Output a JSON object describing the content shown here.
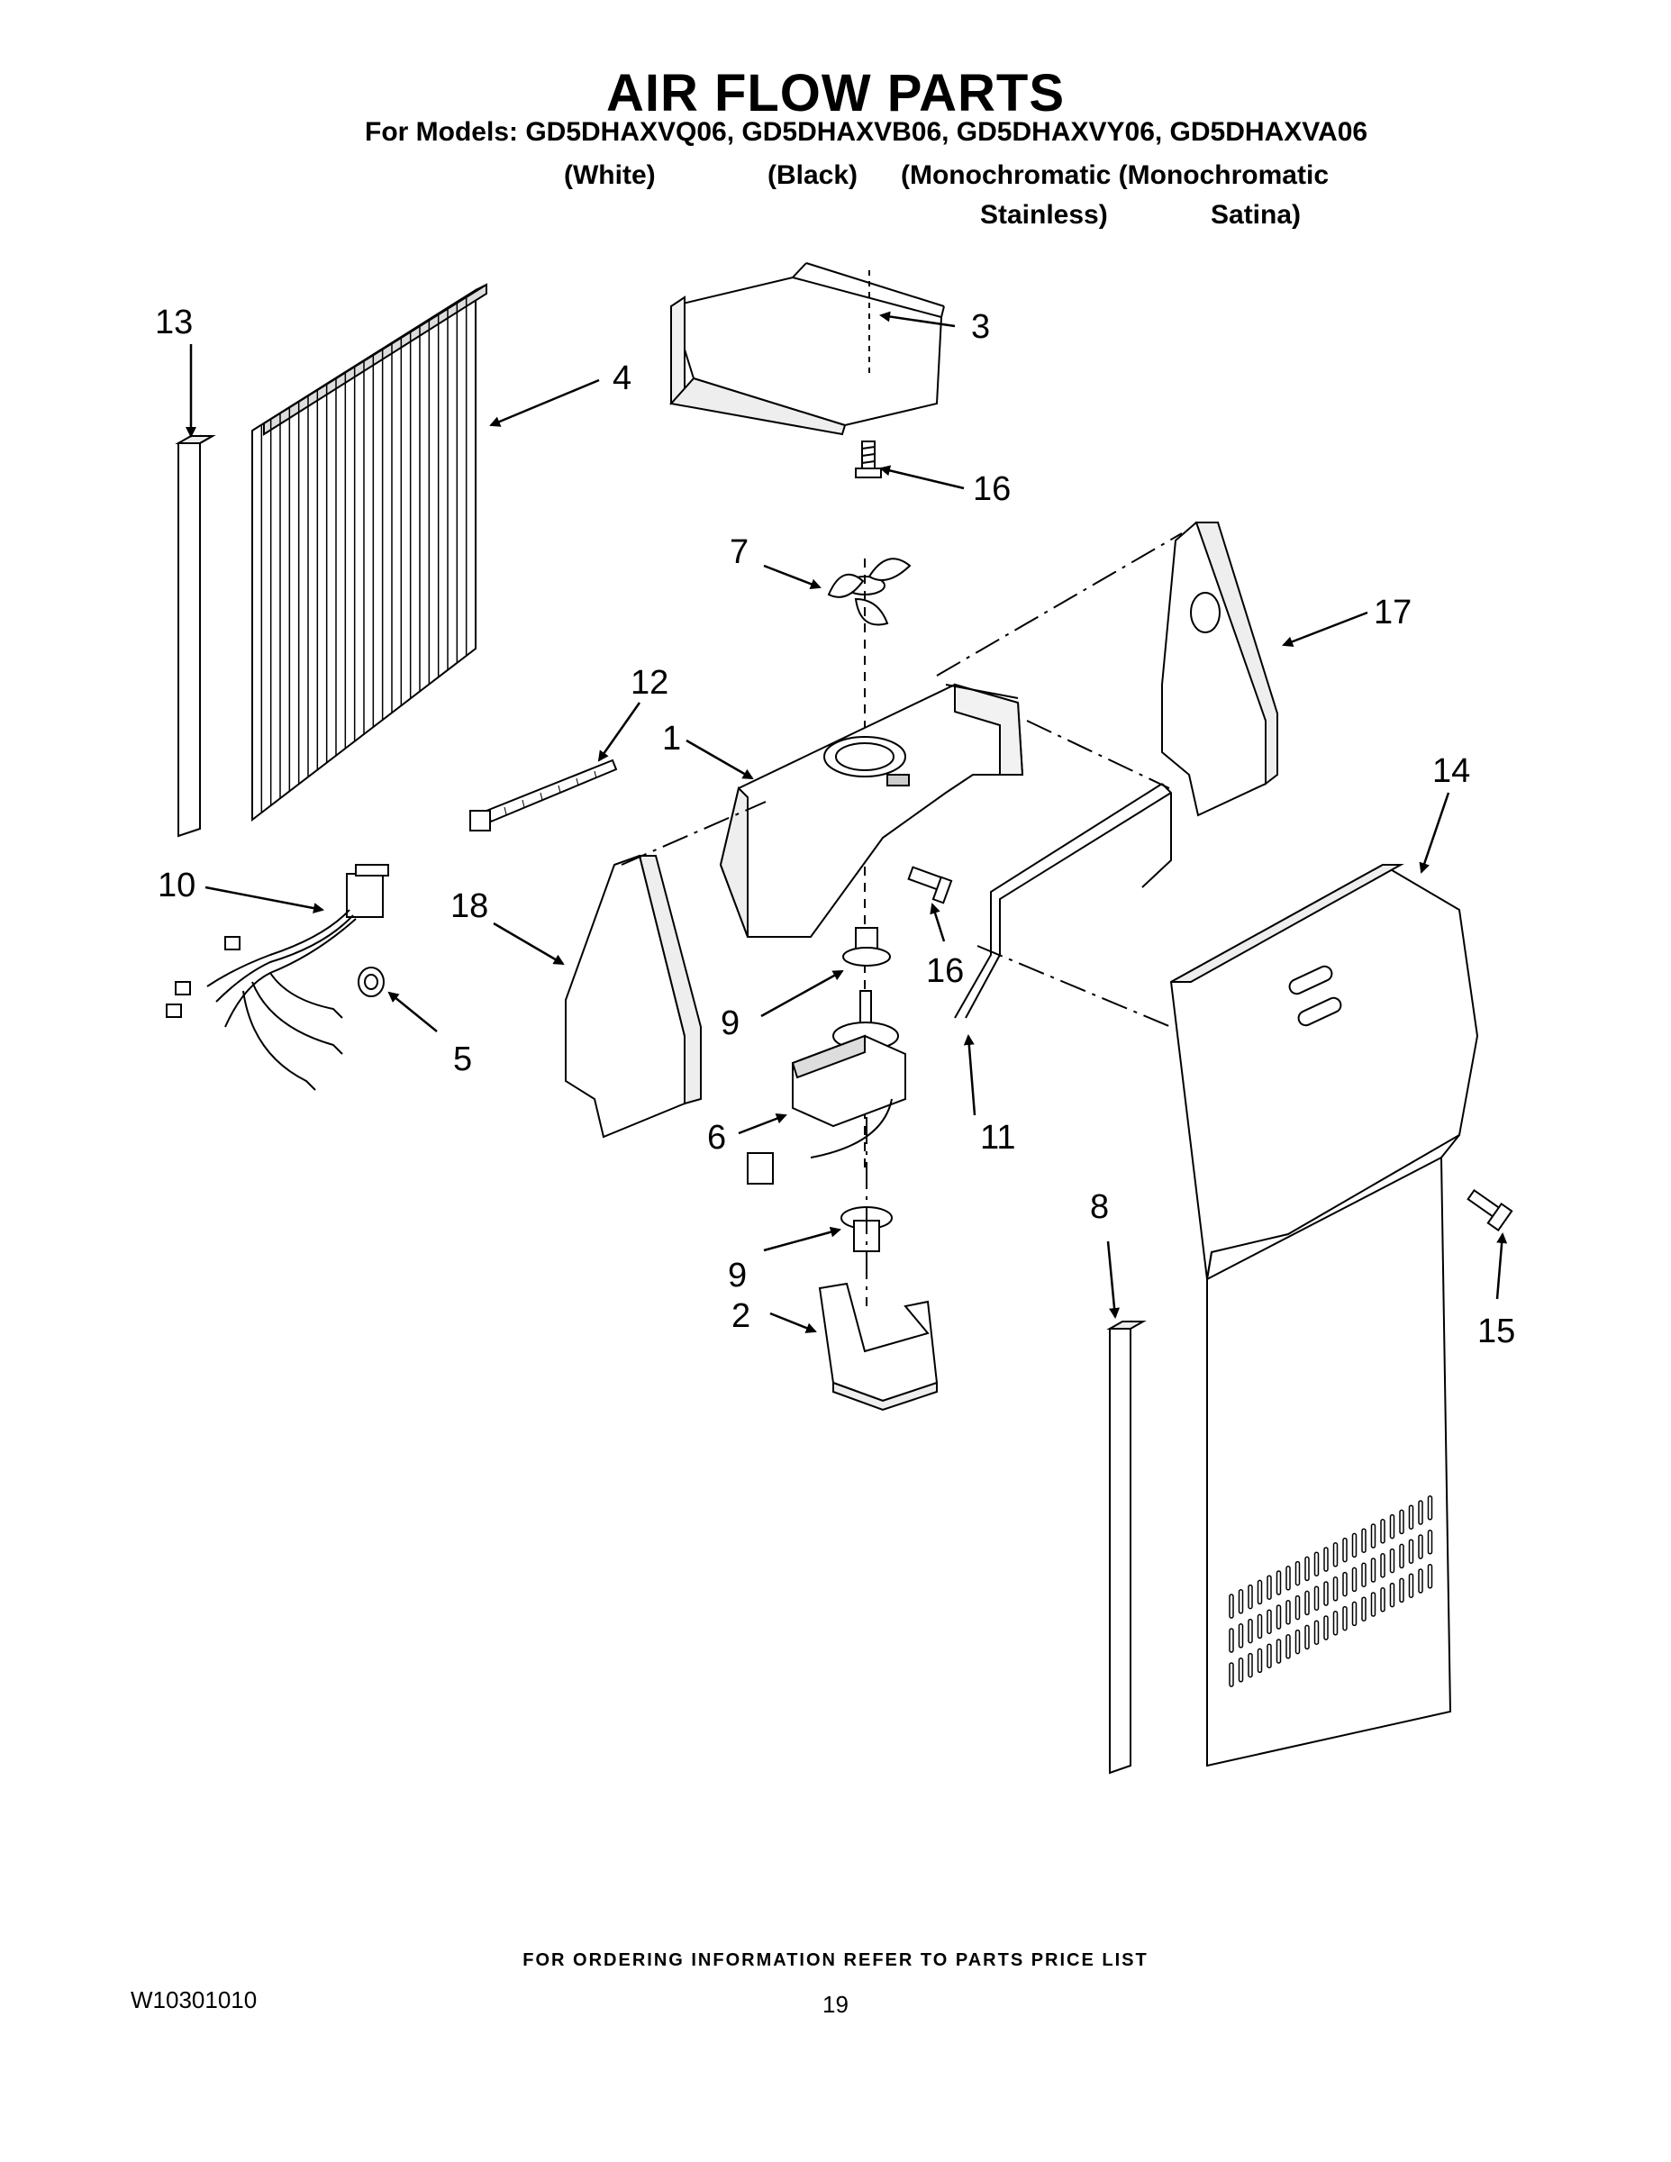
{
  "header": {
    "title": "AIR FLOW PARTS",
    "models_line": "For Models: GD5DHAXVQ06, GD5DHAXVB06, GD5DHAXVY06, GD5DHAXVA06",
    "finishes": [
      "(White)",
      "(Black)",
      "(Monochromatic (Monochromatic",
      "Stainless)",
      "Satina)"
    ]
  },
  "callouts": [
    "1",
    "2",
    "3",
    "4",
    "5",
    "6",
    "7",
    "8",
    "9",
    "10",
    "11",
    "12",
    "13",
    "14",
    "15",
    "16",
    "17",
    "18",
    "9",
    "16"
  ],
  "footer": {
    "ordering_note": "FOR ORDERING INFORMATION REFER TO PARTS PRICE LIST",
    "document_number": "W10301010",
    "page_number": "19"
  }
}
